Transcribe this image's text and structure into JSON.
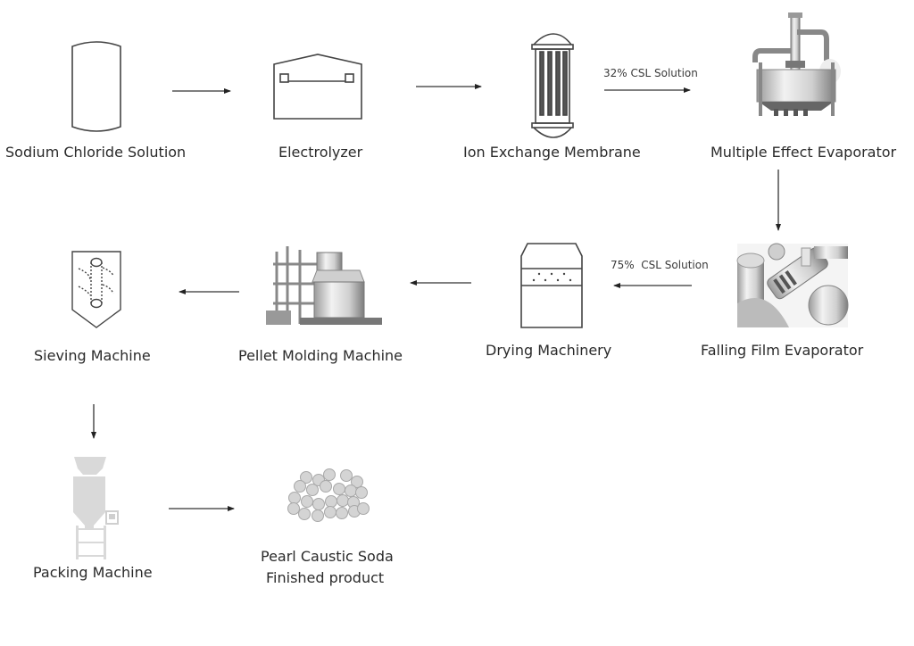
{
  "title": "Pearl Caustic Soda Production Process",
  "nodes": [
    {
      "id": "sodium-chloride",
      "label": "Sodium Chloride Solution",
      "icon": "tank-icon"
    },
    {
      "id": "electrolyzer",
      "label": "Electrolyzer",
      "icon": "electrolyzer-icon"
    },
    {
      "id": "ion-exchange",
      "label": "Ion Exchange Membrane",
      "icon": "membrane-column-icon"
    },
    {
      "id": "multiple-effect",
      "label": "Multiple Effect Evaporator",
      "icon": "evaporator-vessel-icon"
    },
    {
      "id": "falling-film",
      "label": "Falling Film Evaporator",
      "icon": "falling-film-evaporator-icon"
    },
    {
      "id": "drying",
      "label": "Drying Machinery",
      "icon": "dryer-icon"
    },
    {
      "id": "pellet-molding",
      "label": "Pellet Molding Machine",
      "icon": "pellet-tower-icon"
    },
    {
      "id": "sieving",
      "label": "Sieving Machine",
      "icon": "sieve-icon"
    },
    {
      "id": "packing",
      "label": "Packing Machine",
      "icon": "packing-machine-icon"
    },
    {
      "id": "finished",
      "label_line1": "Pearl Caustic Soda",
      "label_line2": "Finished product",
      "icon": "pearls-icon"
    }
  ],
  "edges": [
    {
      "from": "sodium-chloride",
      "to": "electrolyzer",
      "label": ""
    },
    {
      "from": "electrolyzer",
      "to": "ion-exchange",
      "label": ""
    },
    {
      "from": "ion-exchange",
      "to": "multiple-effect",
      "label": "32% CSL Solution"
    },
    {
      "from": "multiple-effect",
      "to": "falling-film",
      "label": ""
    },
    {
      "from": "falling-film",
      "to": "drying",
      "label": "75%  CSL Solution"
    },
    {
      "from": "drying",
      "to": "pellet-molding",
      "label": ""
    },
    {
      "from": "pellet-molding",
      "to": "sieving",
      "label": ""
    },
    {
      "from": "sieving",
      "to": "packing",
      "label": ""
    },
    {
      "from": "packing",
      "to": "finished",
      "label": ""
    }
  ],
  "colors": {
    "stroke": "#444444",
    "text": "#2a2a2a",
    "pearl": "#d4d4d4",
    "pearl_edge": "#a8a8a8",
    "packing": "#d9d9d9"
  }
}
